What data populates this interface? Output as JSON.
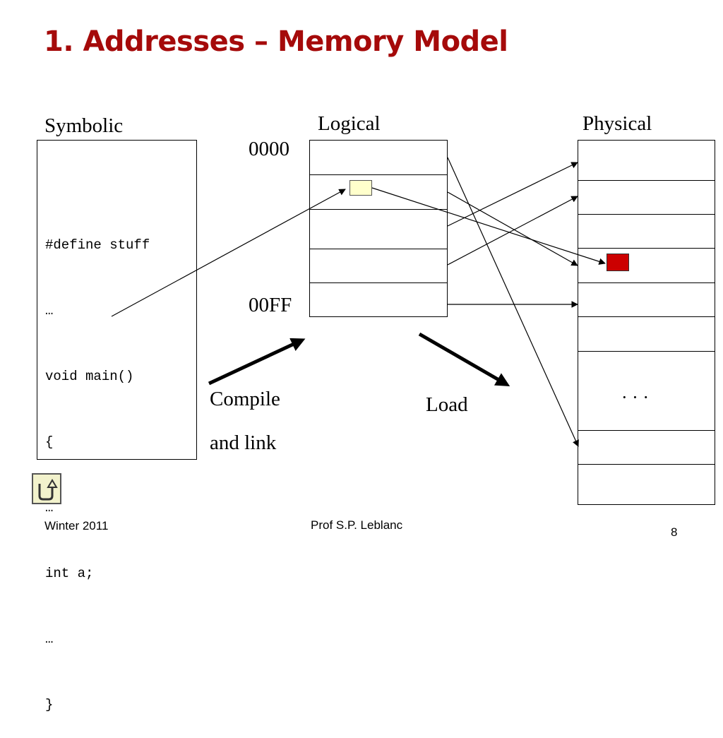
{
  "slide": {
    "title": "1. Addresses – Memory Model",
    "page_number": "8"
  },
  "labels": {
    "symbolic": "Symbolic",
    "logical": "Logical",
    "physical": "Physical",
    "addr_start": "0000",
    "addr_end": "00FF",
    "compile_line1": "Compile",
    "compile_line2": "and link",
    "load": "Load",
    "ellipsis": "· · ·"
  },
  "code": {
    "lines": [
      "#define stuff",
      "…",
      "void main()",
      "{",
      "…",
      "int a;",
      "…",
      "}"
    ]
  },
  "footer": {
    "left": "Winter 2011",
    "center": "Prof S.P. Leblanc"
  },
  "nav": {
    "icon": "return-arrow-icon"
  },
  "colors": {
    "title": "#a50a0a",
    "variable_logical": "#ffffcc",
    "variable_physical": "#cc0000"
  }
}
